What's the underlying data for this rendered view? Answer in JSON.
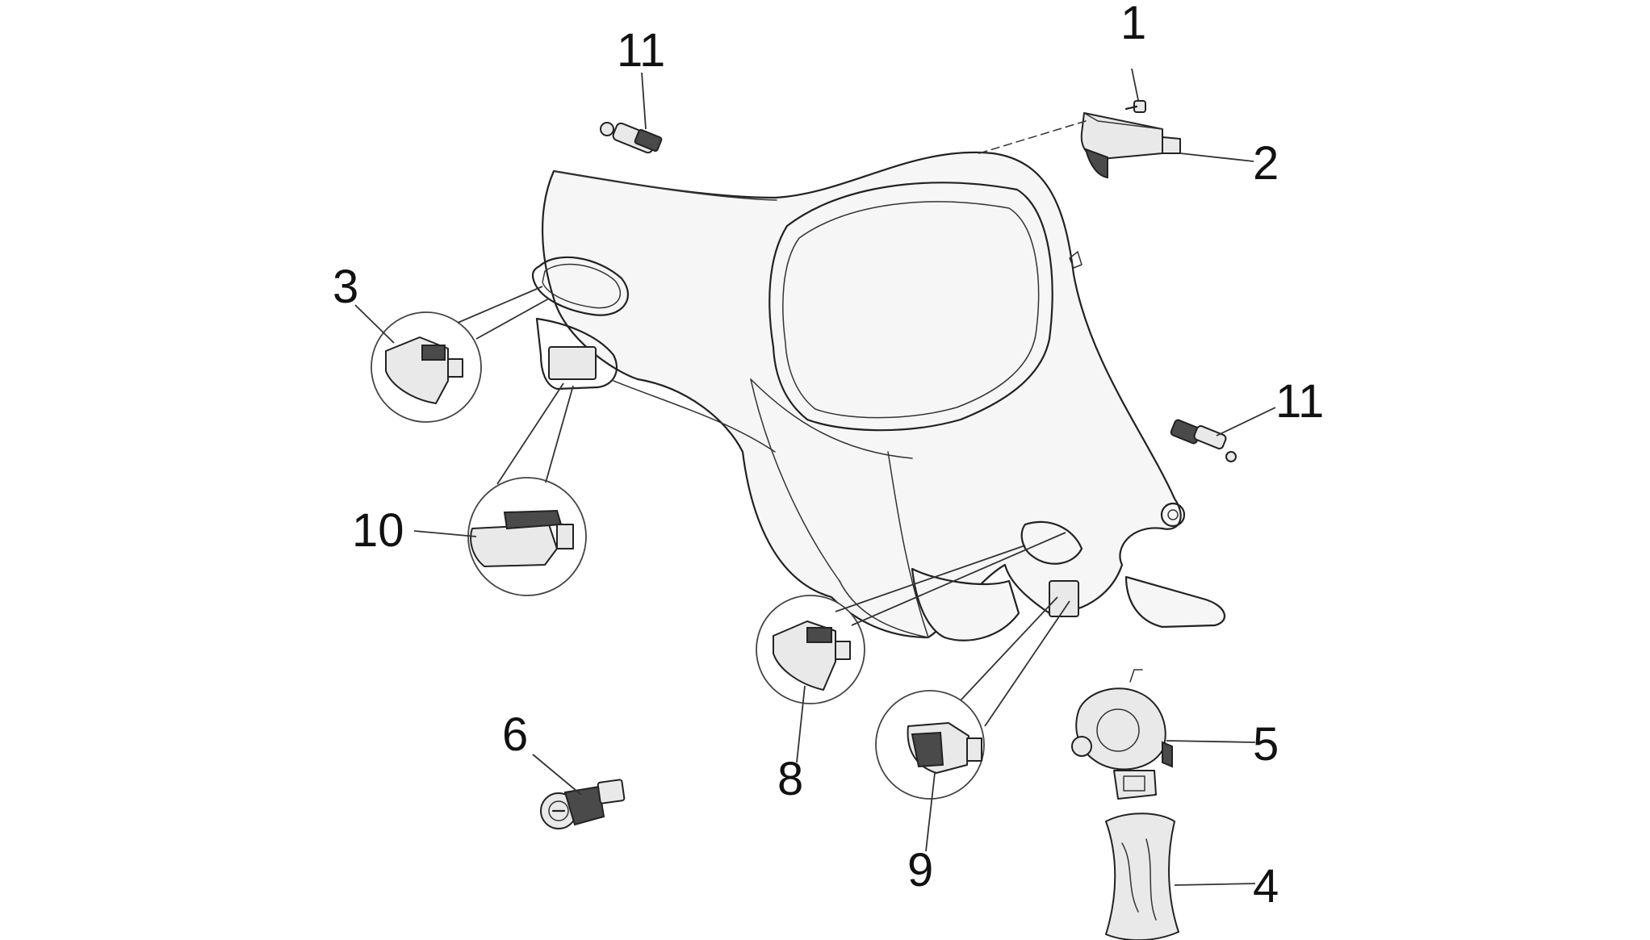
{
  "diagram": {
    "labels": {
      "p1": "1",
      "p2": "2",
      "p3": "3",
      "p4": "4",
      "p5": "5",
      "p6": "6",
      "p8": "8",
      "p9": "9",
      "p10": "10",
      "p11_top": "11",
      "p11_right": "11"
    },
    "colors": {
      "line": "#222222",
      "body_fill": "#f6f6f6",
      "part_fill": "#e9e9e9"
    }
  }
}
